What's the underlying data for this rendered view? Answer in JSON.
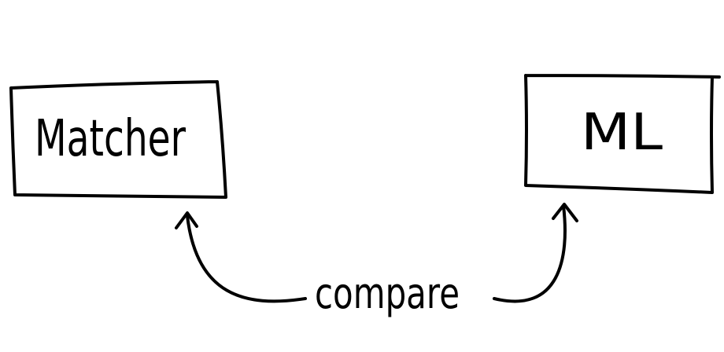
{
  "nodes": {
    "matcher": {
      "label": "Matcher"
    },
    "ml": {
      "label": "ML"
    }
  },
  "edges": {
    "compare": {
      "label": "compare"
    }
  },
  "colors": {
    "ink": "#000000",
    "background": "#ffffff"
  },
  "style": "hand-drawn sketch"
}
